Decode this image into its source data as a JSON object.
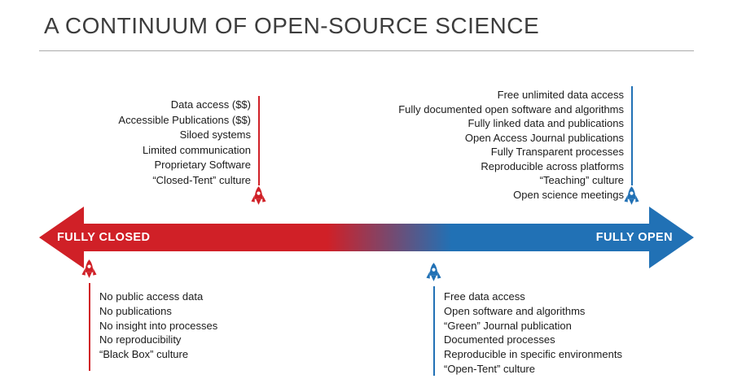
{
  "title": "A CONTINUUM OF OPEN-SOURCE SCIENCE",
  "axis": {
    "left_label": "FULLY CLOSED",
    "right_label": "FULLY OPEN"
  },
  "colors": {
    "closed_red": "#d02027",
    "open_blue": "#2171b5"
  },
  "markers": {
    "closed_top": {
      "icon": "rocket-icon",
      "color": "#d02027",
      "items": [
        "Data access ($$)",
        "Accessible Publications ($$)",
        "Siloed systems",
        "Limited communication",
        "Proprietary Software",
        "“Closed-Tent” culture"
      ]
    },
    "open_top": {
      "icon": "rocket-icon",
      "color": "#2171b5",
      "items": [
        "Free unlimited data access",
        "Fully documented open software and algorithms",
        "Fully linked data and publications",
        "Open Access Journal publications",
        "Fully Transparent processes",
        "Reproducible across platforms",
        "“Teaching” culture",
        "Open science meetings"
      ]
    },
    "closed_bottom": {
      "icon": "rocket-icon",
      "color": "#d02027",
      "items": [
        "No public access data",
        "No publications",
        "No insight into processes",
        "No reproducibility",
        "“Black Box” culture"
      ]
    },
    "open_bottom": {
      "icon": "rocket-icon",
      "color": "#2171b5",
      "items": [
        "Free data access",
        "Open software and algorithms",
        "“Green” Journal publication",
        "Documented processes",
        "Reproducible in specific environments",
        "“Open-Tent” culture"
      ]
    }
  }
}
